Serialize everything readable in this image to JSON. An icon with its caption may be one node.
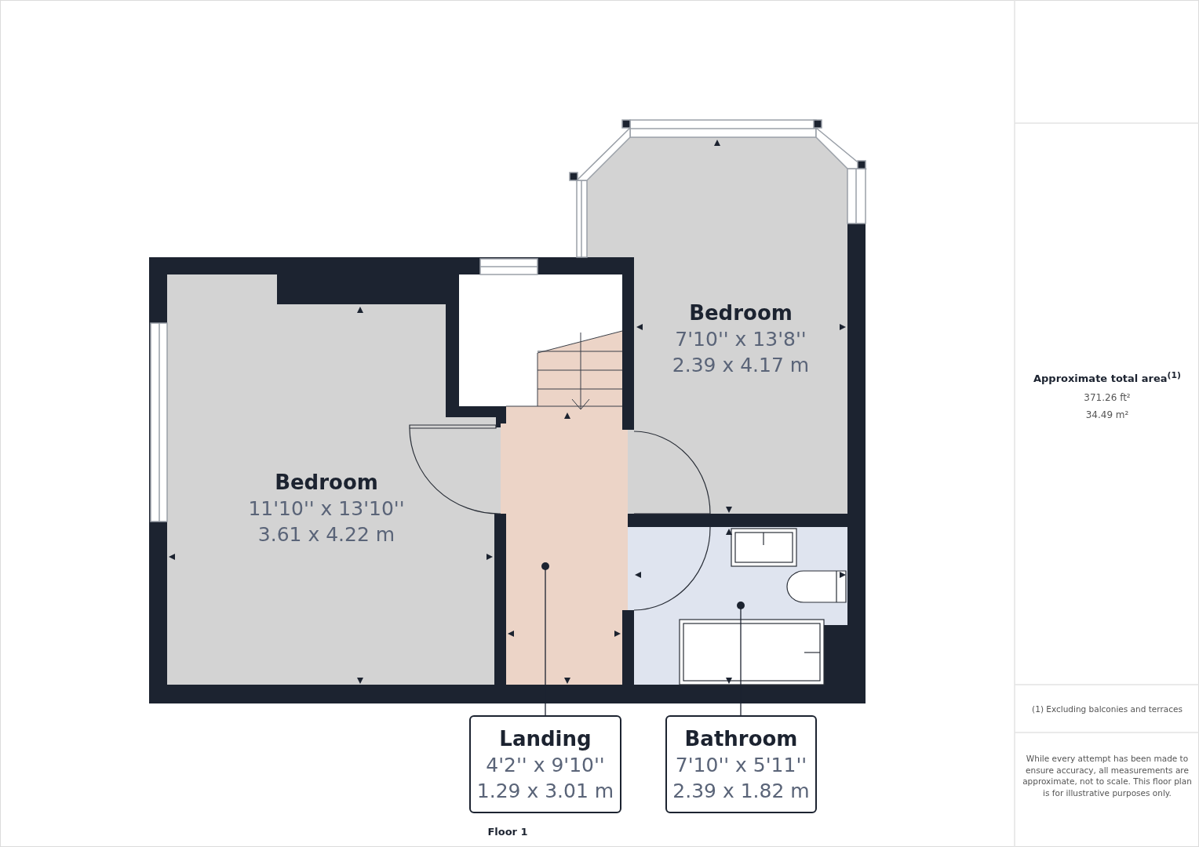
{
  "diagram": {
    "nodes": [
      {
        "text": [
          "Bedroom",
          "11'10'' x 13'10''",
          "3.61 x 4.22 m"
        ]
      },
      {
        "text": [
          "Bedroom",
          "7'10'' x 13'8''",
          "2.39 x 4.17 m"
        ]
      },
      {
        "text": [],
        "shape": "box"
      },
      {
        "text": [],
        "shape": "box"
      },
      {
        "text": [
          "Landing",
          "4'2'' x 9'10''",
          "1.29 x 3.01 m"
        ]
      },
      {
        "text": [
          "Bathroom",
          "7'10'' x 5'11''",
          "2.39 x 1.82 m"
        ]
      }
    ],
    "edges": [
      {
        "from": 4,
        "to": 2,
        "arrow": "other"
      },
      {
        "from": 5,
        "to": 3,
        "arrow": "other"
      }
    ],
    "labels": [
      "Floor 1",
      "Approximate total area$^{(1)}$",
      "371.26 ft²",
      "34.49 m²",
      "(1) Excluding balconies and terraces",
      "While every attempt has been made to ensure accuracy, all measurements are approximate, not to scale. This floor plan is for illustrative purposes only."
    ]
  }
}
